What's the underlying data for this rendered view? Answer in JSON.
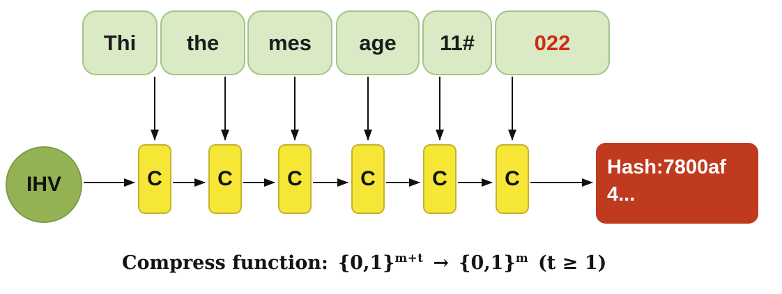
{
  "message_blocks": [
    {
      "label": "Thi"
    },
    {
      "label": "the"
    },
    {
      "label": "mes"
    },
    {
      "label": "age"
    },
    {
      "label": "11#"
    },
    {
      "label": "022"
    }
  ],
  "ihv": {
    "label": "IHV"
  },
  "compress_blocks": [
    "C",
    "C",
    "C",
    "C",
    "C",
    "C"
  ],
  "hash_box": {
    "line1": "Hash:7800af",
    "line2": "4..."
  },
  "caption": {
    "prefix": "Compress function:",
    "domain": "{0,1}",
    "domain_exp": "m+t",
    "arrow": "→",
    "range": "{0,1}",
    "range_exp": "m",
    "condition": "(t ≥ 1)"
  },
  "colors": {
    "message_block_fill": "#d9eac5",
    "message_block_border": "#a3c487",
    "compress_block_fill": "#f6e636",
    "ihv_fill": "#93b254",
    "hash_box_fill": "#bf3a1e",
    "hash_text": "#ffffff",
    "highlight_text": "#ce2d12",
    "arrow_stroke": "#111111"
  }
}
